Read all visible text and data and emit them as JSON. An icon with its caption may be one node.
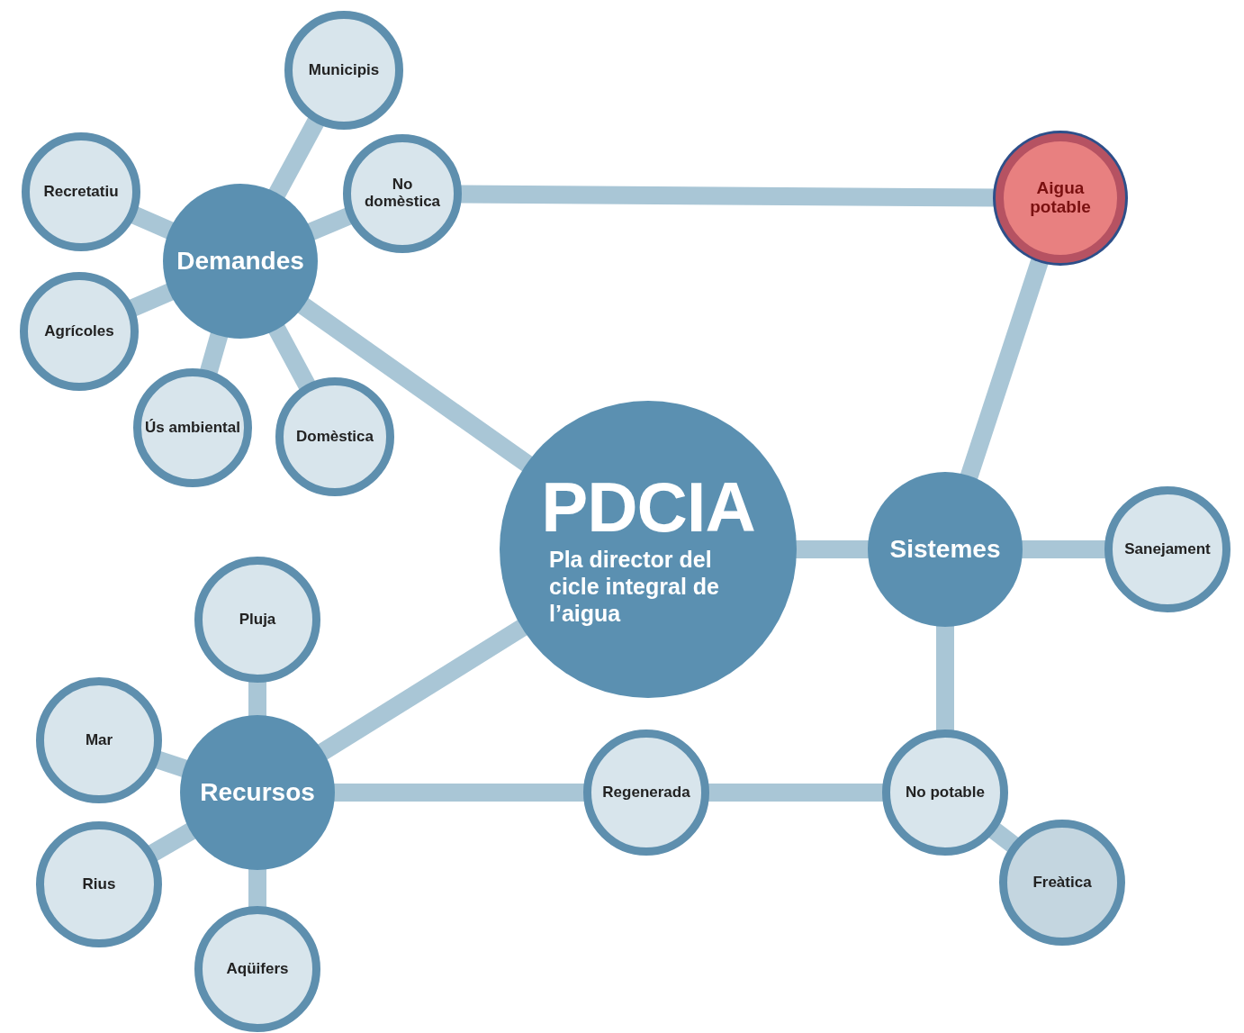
{
  "diagram": {
    "nodes": [
      {
        "text": [
          "PDCIA",
          "Pla director del cicle integral de l’aigua"
        ]
      },
      {
        "text": [
          "Demandes"
        ]
      },
      {
        "text": [
          "Municipis"
        ]
      },
      {
        "text": [
          "Recretatiu"
        ]
      },
      {
        "text": [
          "No domèstica"
        ]
      },
      {
        "text": [
          "Agrícoles"
        ]
      },
      {
        "text": [
          "Ús ambiental"
        ]
      },
      {
        "text": [
          "Domèstica"
        ]
      },
      {
        "text": [
          "Aigua potable"
        ]
      },
      {
        "text": [
          "Sistemes"
        ]
      },
      {
        "text": [
          "Sanejament"
        ]
      },
      {
        "text": [
          "Pluja"
        ]
      },
      {
        "text": [
          "Mar"
        ]
      },
      {
        "text": [
          "Recursos"
        ]
      },
      {
        "text": [
          "Regenerada"
        ]
      },
      {
        "text": [
          "No potable"
        ]
      },
      {
        "text": [
          "Rius"
        ]
      },
      {
        "text": [
          "Aqüifers"
        ]
      },
      {
        "text": [
          "Freàtica"
        ]
      }
    ],
    "edges": [
      {
        "from": 1,
        "to": 2,
        "arrow": "none"
      },
      {
        "from": 1,
        "to": 3,
        "arrow": "none"
      },
      {
        "from": 1,
        "to": 4,
        "arrow": "none"
      },
      {
        "from": 1,
        "to": 5,
        "arrow": "none"
      },
      {
        "from": 1,
        "to": 6,
        "arrow": "none"
      },
      {
        "from": 1,
        "to": 7,
        "arrow": "none"
      },
      {
        "from": 1,
        "to": 0,
        "arrow": "none"
      },
      {
        "from": 4,
        "to": 8,
        "arrow": "none"
      },
      {
        "from": 8,
        "to": 9,
        "arrow": "none"
      },
      {
        "from": 0,
        "to": 9,
        "arrow": "none"
      },
      {
        "from": 9,
        "to": 10,
        "arrow": "none"
      },
      {
        "from": 9,
        "to": 15,
        "arrow": "none"
      },
      {
        "from": 0,
        "to": 13,
        "arrow": "none"
      },
      {
        "from": 13,
        "to": 11,
        "arrow": "none"
      },
      {
        "from": 13,
        "to": 12,
        "arrow": "none"
      },
      {
        "from": 13,
        "to": 16,
        "arrow": "none"
      },
      {
        "from": 13,
        "to": 17,
        "arrow": "none"
      },
      {
        "from": 13,
        "to": 14,
        "arrow": "none"
      },
      {
        "from": 14,
        "to": 15,
        "arrow": "none"
      },
      {
        "from": 15,
        "to": 18,
        "arrow": "none"
      }
    ]
  }
}
